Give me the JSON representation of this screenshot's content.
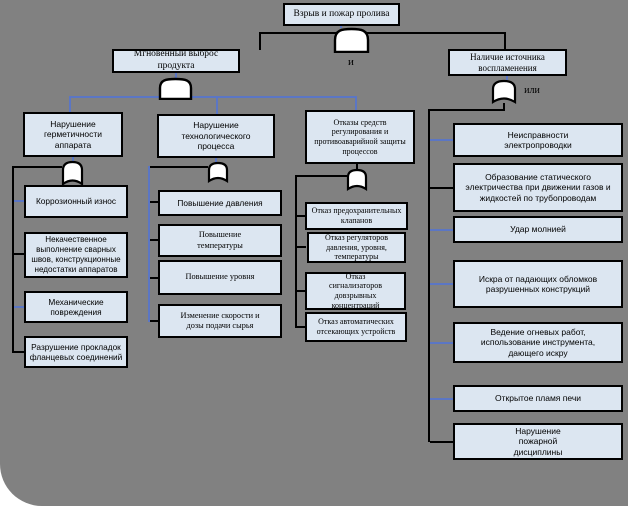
{
  "colors": {
    "background": "#818181",
    "box_fill": "#dce6f1",
    "box_border": "#000000",
    "connector_black": "#000000",
    "connector_blue": "#5b76c4",
    "gate_fill": "#ffffff"
  },
  "root": {
    "label": "Взрыв и пожар пролива"
  },
  "top_gate": {
    "type": "AND",
    "label": "и"
  },
  "release_branch": {
    "label": "Мгновенный выброс продукта",
    "columns": [
      {
        "header": "Нарушение герметичности аппарата",
        "items": [
          "Коррозионный износ",
          "Некачественное выполнение сварных швов, конструкционные недостатки аппаратов",
          "Механические повреждения",
          "Разрушение прокладок фланцевых соединений"
        ]
      },
      {
        "header": "Нарушение технологического процесса",
        "items": [
          "Повышение давления",
          "Повышение температуры",
          "Повышение уровня",
          "Изменение скорости и дозы подачи сырья"
        ]
      },
      {
        "header": "Отказы средств регулирования и противоаварийной защиты процессов",
        "items": [
          "Отказ предохранительных клапанов",
          "Отказ регуляторов давления, уровня, температуры",
          "Отказ сигнализаторов довзрывных концентраций",
          "Отказ автоматических отсекающих устройств"
        ]
      }
    ]
  },
  "ignition_branch": {
    "label": "Наличие источника воспламенения",
    "gate_label": "или",
    "items": [
      "Неисправности электропроводки",
      "Образование статического электричества при движении газов и жидкостей по трубопроводам",
      "Удар молнией",
      "Искра от падающих обломков разрушенных конструкций",
      "Ведение огневых работ, использование инструмента, дающего искру",
      "Открытое пламя печи",
      "Нарушение пожарной дисциплины"
    ]
  }
}
